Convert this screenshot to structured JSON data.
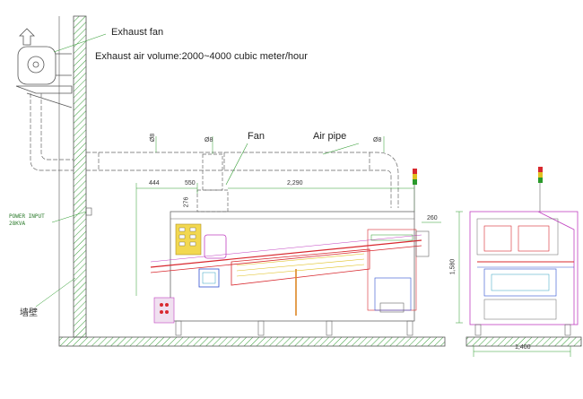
{
  "labels": {
    "exhaust_fan": "Exhaust fan",
    "exhaust_air_volume": "Exhaust air volume:2000~4000  cubic meter/hour",
    "fan": "Fan",
    "air_pipe": "Air pipe",
    "power_input_line1": "POWER  INPUT",
    "power_input_line2": "28KVA",
    "wall": "墙壁"
  },
  "dimensions": {
    "pipe_dia_left": "Ø8",
    "pipe_dia_mid": "Ø8",
    "pipe_dia_right": "Ø8",
    "d444": "444",
    "d550": "550",
    "d2290": "2,290",
    "d276": "276",
    "d260": "260",
    "d1580": "1,580",
    "d1400": "1,400"
  },
  "colors": {
    "line": "#555555",
    "hatch": "#3aa03a",
    "red": "#d8282e",
    "magenta": "#c040c0",
    "yellow": "#e0c020",
    "blue": "#3050d0",
    "cyan": "#30a0c0",
    "green": "#2a9a2a"
  }
}
